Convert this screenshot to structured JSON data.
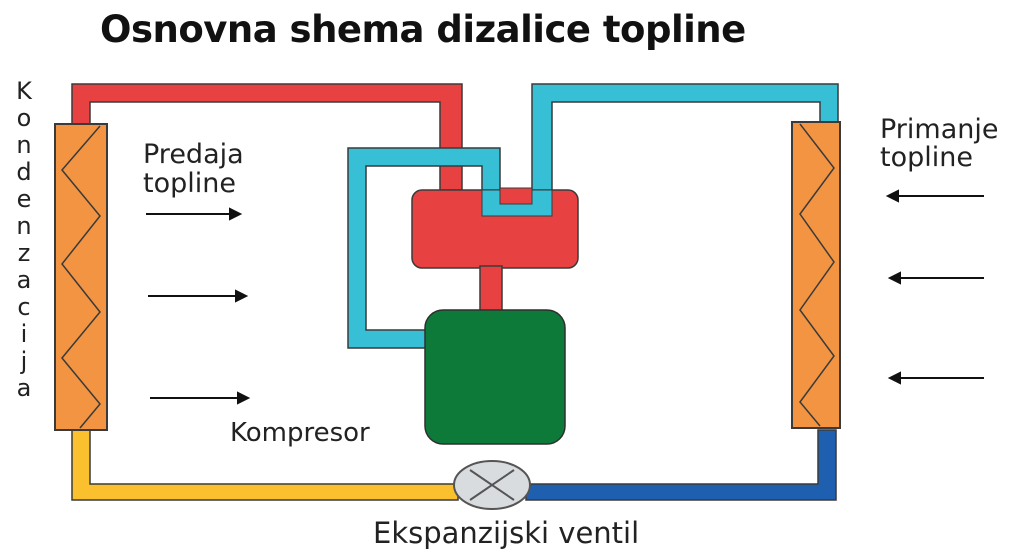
{
  "title": "Osnovna shema dizalice topline",
  "condenser_label": [
    "K",
    "o",
    "n",
    "d",
    "e",
    "n",
    "z",
    "a",
    "c",
    "i",
    "j",
    "a"
  ],
  "heat_release": {
    "line1": "Predaja",
    "line2": "topline"
  },
  "heat_intake": {
    "line1": "Primanje",
    "line2": "topline"
  },
  "compressor_label": "Kompresor",
  "valve_label": "Ekspanzijski ventil",
  "colors": {
    "hot_red": "#e84142",
    "cold_cyan": "#37bfd6",
    "liquid_yellow": "#fbc02d",
    "cold_blue": "#1f5fb0",
    "compressor_green": "#0e7a3a",
    "exchanger_orange": "#f29441",
    "outline": "#3a3a3a"
  }
}
